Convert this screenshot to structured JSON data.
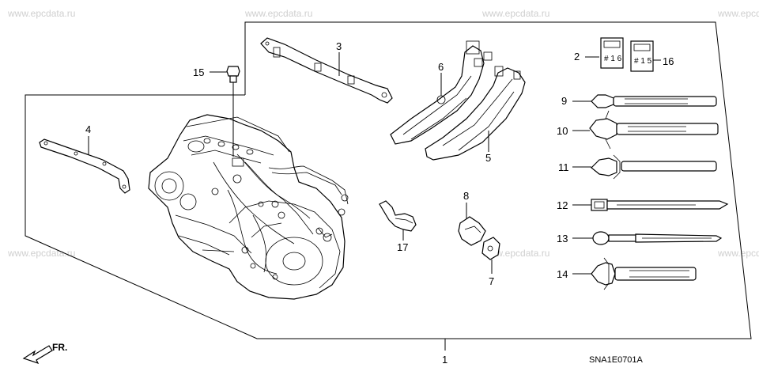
{
  "watermark": "www.epcdata.ru",
  "diagram_code": "SNA1E0701A",
  "direction_label": "FR.",
  "callouts": {
    "c1": "1",
    "c2": "2",
    "c3": "3",
    "c4": "4",
    "c5": "5",
    "c6": "6",
    "c7": "7",
    "c8": "8",
    "c9": "9",
    "c10": "10",
    "c11": "11",
    "c12": "12",
    "c13": "13",
    "c14": "14",
    "c15": "15",
    "c16": "16",
    "c17": "17"
  },
  "connector_tags": {
    "left": "# 1 6",
    "right": "# 1 5"
  }
}
